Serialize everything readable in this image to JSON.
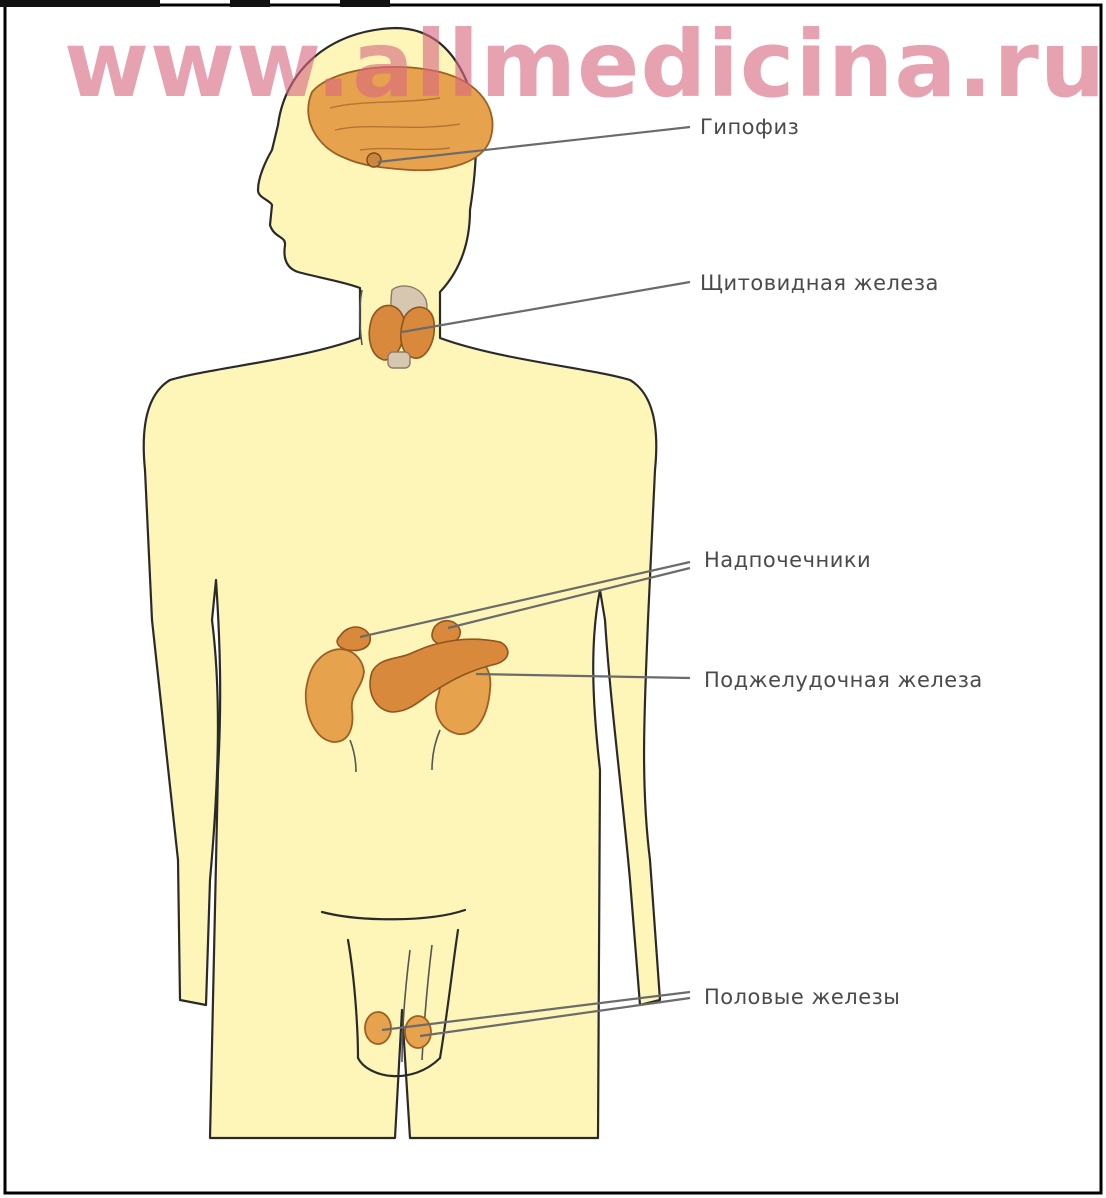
{
  "watermark": "www.allmedicina.ru",
  "labels": {
    "pituitary": "Гипофиз",
    "thyroid": "Щитовидная железа",
    "adrenals": "Надпочечники",
    "pancreas": "Поджелудочная железа",
    "gonads": "Половые железы"
  },
  "colors": {
    "body_fill": "#fdf6b8",
    "organ": "#e7a24e",
    "watermark": "#d96a82"
  }
}
